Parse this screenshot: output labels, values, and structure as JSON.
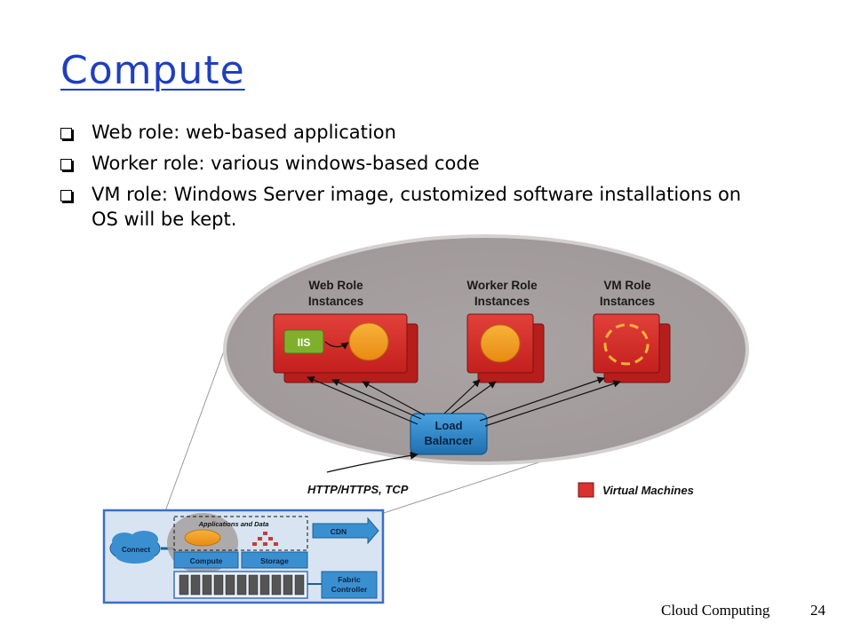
{
  "slide": {
    "title": "Compute",
    "bullets": [
      "Web role: web-based application",
      "Worker role: various windows-based code",
      "VM role: Windows Server image, customized software installations on OS will be kept."
    ],
    "footer": "Cloud Computing",
    "page_number": "24"
  },
  "diagram": {
    "web_role": [
      "Web Role",
      "Instances"
    ],
    "worker_role": [
      "Worker Role",
      "Instances"
    ],
    "vm_role": [
      "VM Role",
      "Instances"
    ],
    "iis": "IIS",
    "load_balancer": [
      "Load",
      "Balancer"
    ],
    "protocol": "HTTP/HTTPS,  TCP",
    "legend": "Virtual Machines",
    "overview": {
      "connect": "Connect",
      "apps_data": "Applications and Data",
      "cdn": "CDN",
      "compute": "Compute",
      "storage": "Storage",
      "fabric": [
        "Fabric",
        "Controller"
      ]
    }
  },
  "colors": {
    "title": "#1f3fbf",
    "ellipse": "#a39c9c",
    "vm_red": "#d8332e",
    "orange": "#f29a1e",
    "blue": "#2e86c8",
    "iis_green": "#7fb02c"
  }
}
